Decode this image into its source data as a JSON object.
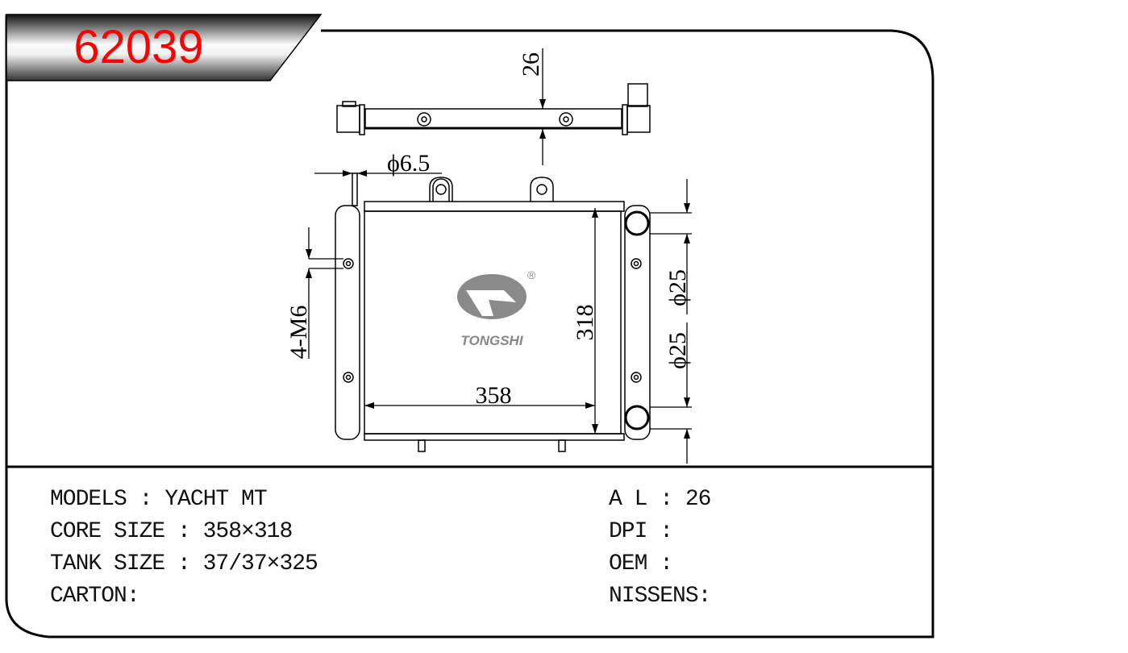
{
  "header": {
    "part_number": "62039",
    "part_number_color": "#ff0000"
  },
  "drawing": {
    "dim_thickness": "26",
    "dim_pin_diameter": "ϕ6.5",
    "dim_core_width": "358",
    "dim_core_height": "318",
    "dim_mount": "4-M6",
    "dim_port_top": "ϕ25",
    "dim_port_bottom": "ϕ25",
    "logo_text": "TONGSHI",
    "logo_mark": "®"
  },
  "specs": {
    "left": [
      "MODELS : YACHT MT",
      "CORE SIZE : 358×318",
      "TANK SIZE : 37/37×325",
      "CARTON:"
    ],
    "right": [
      "A L : 26",
      "DPI :",
      "OEM :",
      "NISSENS:"
    ]
  }
}
